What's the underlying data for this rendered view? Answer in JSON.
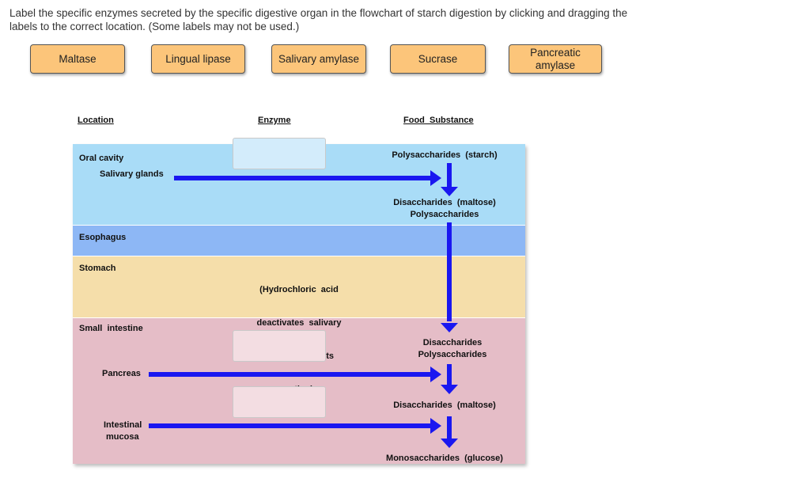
{
  "instructions": {
    "line1": "Label the specific enzymes secreted by the specific digestive organ in the flowchart of starch digestion by clicking and dragging the",
    "line2": "labels to the correct location.  (Some labels may not be used.)"
  },
  "labels": [
    {
      "line1": "Maltase",
      "line2": ""
    },
    {
      "line1": "Lingual lipase",
      "line2": ""
    },
    {
      "line1": "Salivary amylase",
      "line2": ""
    },
    {
      "line1": "Sucrase",
      "line2": ""
    },
    {
      "line1": "Pancreatic",
      "line2": "amylase"
    }
  ],
  "headers": {
    "location": "Location",
    "enzyme": "Enzyme",
    "food": "Food  Substance"
  },
  "rows": {
    "oral": {
      "location": "Oral cavity",
      "organ": "Salivary glands"
    },
    "esophagus": {
      "location": "Esophagus"
    },
    "stomach": {
      "location": "Stomach",
      "note": [
        "(Hydrochloric  acid",
        "deactivates  salivary",
        "amylase  and  its",
        "action)"
      ]
    },
    "small": {
      "location": "Small  intestine",
      "organ1": "Pancreas",
      "organ2_line1": "Intestinal",
      "organ2_line2": "mucosa"
    }
  },
  "food": {
    "f1": "Polysaccharides  (starch)",
    "f2a": "Disaccharides  (maltose)",
    "f2b": "Polysaccharides",
    "f3a": "Disaccharides",
    "f3b": "Polysaccharides",
    "f4": "Disaccharides  (maltose)",
    "f5": "Monosaccharides  (glucose)"
  },
  "colors": {
    "label_bg": "#fcc57a",
    "arrow": "#1a17f0",
    "oral_band": "#a9dcf7",
    "esophagus_band": "#8db7f5",
    "stomach_band": "#f5deaa",
    "small_intestine_band": "#e5bdc7"
  }
}
